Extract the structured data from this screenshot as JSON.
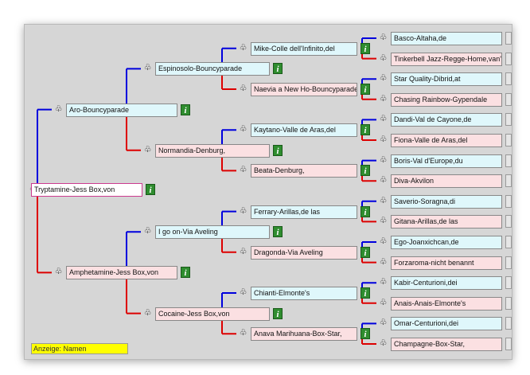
{
  "tree": {
    "root": "Tryptamine-Jess Box,von",
    "parents": [
      {
        "name": "Aro-Bouncyparade",
        "sex": "m"
      },
      {
        "name": "Amphetamine-Jess Box,von",
        "sex": "f"
      }
    ],
    "grandparents": [
      {
        "name": "Espinosolo-Bouncyparade",
        "sex": "m"
      },
      {
        "name": "Normandia-Denburg,",
        "sex": "f"
      },
      {
        "name": "I go on-Via Aveling",
        "sex": "m"
      },
      {
        "name": "Cocaine-Jess Box,von",
        "sex": "f"
      }
    ],
    "great_grandparents": [
      {
        "name": "Mike-Colle dell'Infinito,del",
        "sex": "m"
      },
      {
        "name": "Naevia a New Ho-Bouncyparade",
        "sex": "f"
      },
      {
        "name": "Kaytano-Valle de Aras,del",
        "sex": "m"
      },
      {
        "name": "Beata-Denburg,",
        "sex": "f"
      },
      {
        "name": "Ferrary-Arillas,de las",
        "sex": "m"
      },
      {
        "name": "Dragonda-Via Aveling",
        "sex": "f"
      },
      {
        "name": "Chianti-Elmonte's",
        "sex": "m"
      },
      {
        "name": "Anava Marihuana-Box-Star,",
        "sex": "f"
      }
    ],
    "gen4": [
      {
        "name": "Basco-Altaha,de",
        "sex": "m"
      },
      {
        "name": "Tinkerbell Jazz-Regge-Home,van't",
        "sex": "f"
      },
      {
        "name": "Star Quality-Dibrid,at",
        "sex": "m"
      },
      {
        "name": "Chasing Rainbow-Gypendale",
        "sex": "f"
      },
      {
        "name": "Dandi-Val de Cayone,de",
        "sex": "m"
      },
      {
        "name": "Fiona-Valle de Aras,del",
        "sex": "f"
      },
      {
        "name": "Boris-Val d'Europe,du",
        "sex": "m"
      },
      {
        "name": "Diva-Akvilon",
        "sex": "f"
      },
      {
        "name": "Saverio-Soragna,di",
        "sex": "m"
      },
      {
        "name": "Gitana-Arillas,de las",
        "sex": "f"
      },
      {
        "name": "Ego-Joanxichcan,de",
        "sex": "m"
      },
      {
        "name": "Forzaroma-nicht benannt",
        "sex": "f"
      },
      {
        "name": "Kabir-Centurioni,dei",
        "sex": "m"
      },
      {
        "name": "Anais-Anais-Elmonte's",
        "sex": "f"
      },
      {
        "name": "Omar-Centurioni,dei",
        "sex": "m"
      },
      {
        "name": "Champagne-Box-Star,",
        "sex": "f"
      }
    ]
  },
  "icons": {
    "pedigree": "family-tree-icon",
    "info": "info-icon",
    "info_glyph": "i",
    "pedigree_glyph": "♧"
  },
  "colors": {
    "male_line": "#0000dd",
    "female_line": "#dd0000",
    "male_bg": "#dff7fb",
    "female_bg": "#fbe0e2"
  },
  "status_bar": {
    "label": "Anzeige: Namen"
  }
}
